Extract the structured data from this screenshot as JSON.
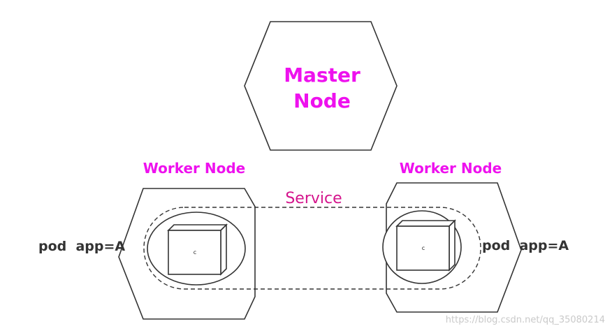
{
  "master_node": {
    "label_line1": "Master",
    "label_line2": "Node"
  },
  "worker_nodes": [
    {
      "label": "Worker Node",
      "pod_label": "pod  app=A",
      "container_label": "c"
    },
    {
      "label": "Worker Node",
      "pod_label": "pod  app=A",
      "container_label": "c"
    }
  ],
  "service": {
    "label": "Service"
  },
  "watermark": "https://blog.csdn.net/qq_35080214",
  "colors": {
    "node_label": "#ee11ee",
    "service_label": "#d4148c",
    "outline": "#333333"
  }
}
